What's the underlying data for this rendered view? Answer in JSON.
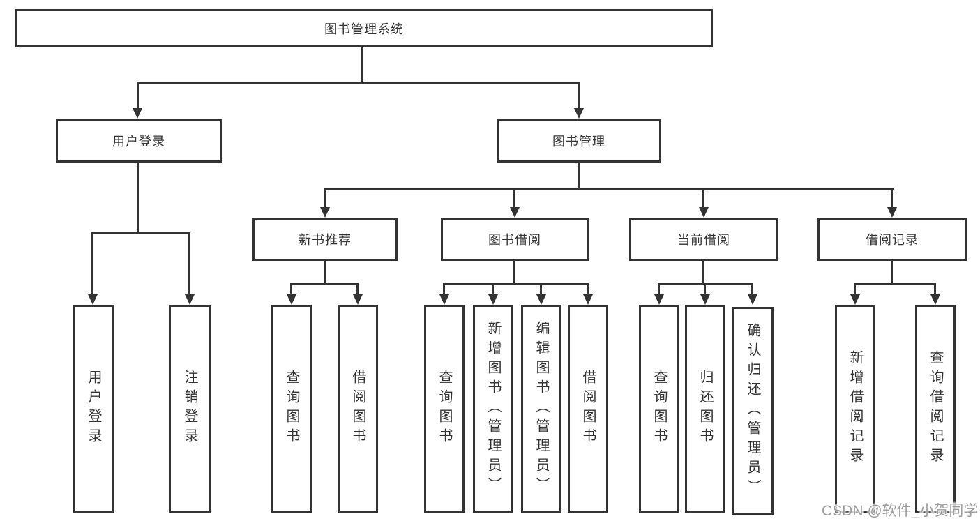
{
  "nodes": {
    "root": "图书管理系统",
    "user_login": "用户登录",
    "book_mgmt": "图书管理",
    "new_books": "新书推荐",
    "book_borrow": "图书借阅",
    "current_borrow": "当前借阅",
    "borrow_records": "借阅记录"
  },
  "leaves": {
    "user_login": [
      "用户登录",
      "注销登录"
    ],
    "new_books": [
      "查询图书",
      "借阅图书"
    ],
    "book_borrow": [
      "查询图书",
      "新增图书（管理员）",
      "编辑图书（管理员）",
      "借阅图书"
    ],
    "current_borrow": [
      "查询图书",
      "归还图书",
      "确认归还（管理员）"
    ],
    "borrow_records": [
      "新增借阅记录",
      "查询借阅记录"
    ]
  },
  "watermark": {
    "text": "CSDN @软件_小贺同学",
    "color": "#9d9d9d"
  },
  "colors": {
    "line": "#333333",
    "text": "#333333",
    "background": "#ffffff"
  }
}
